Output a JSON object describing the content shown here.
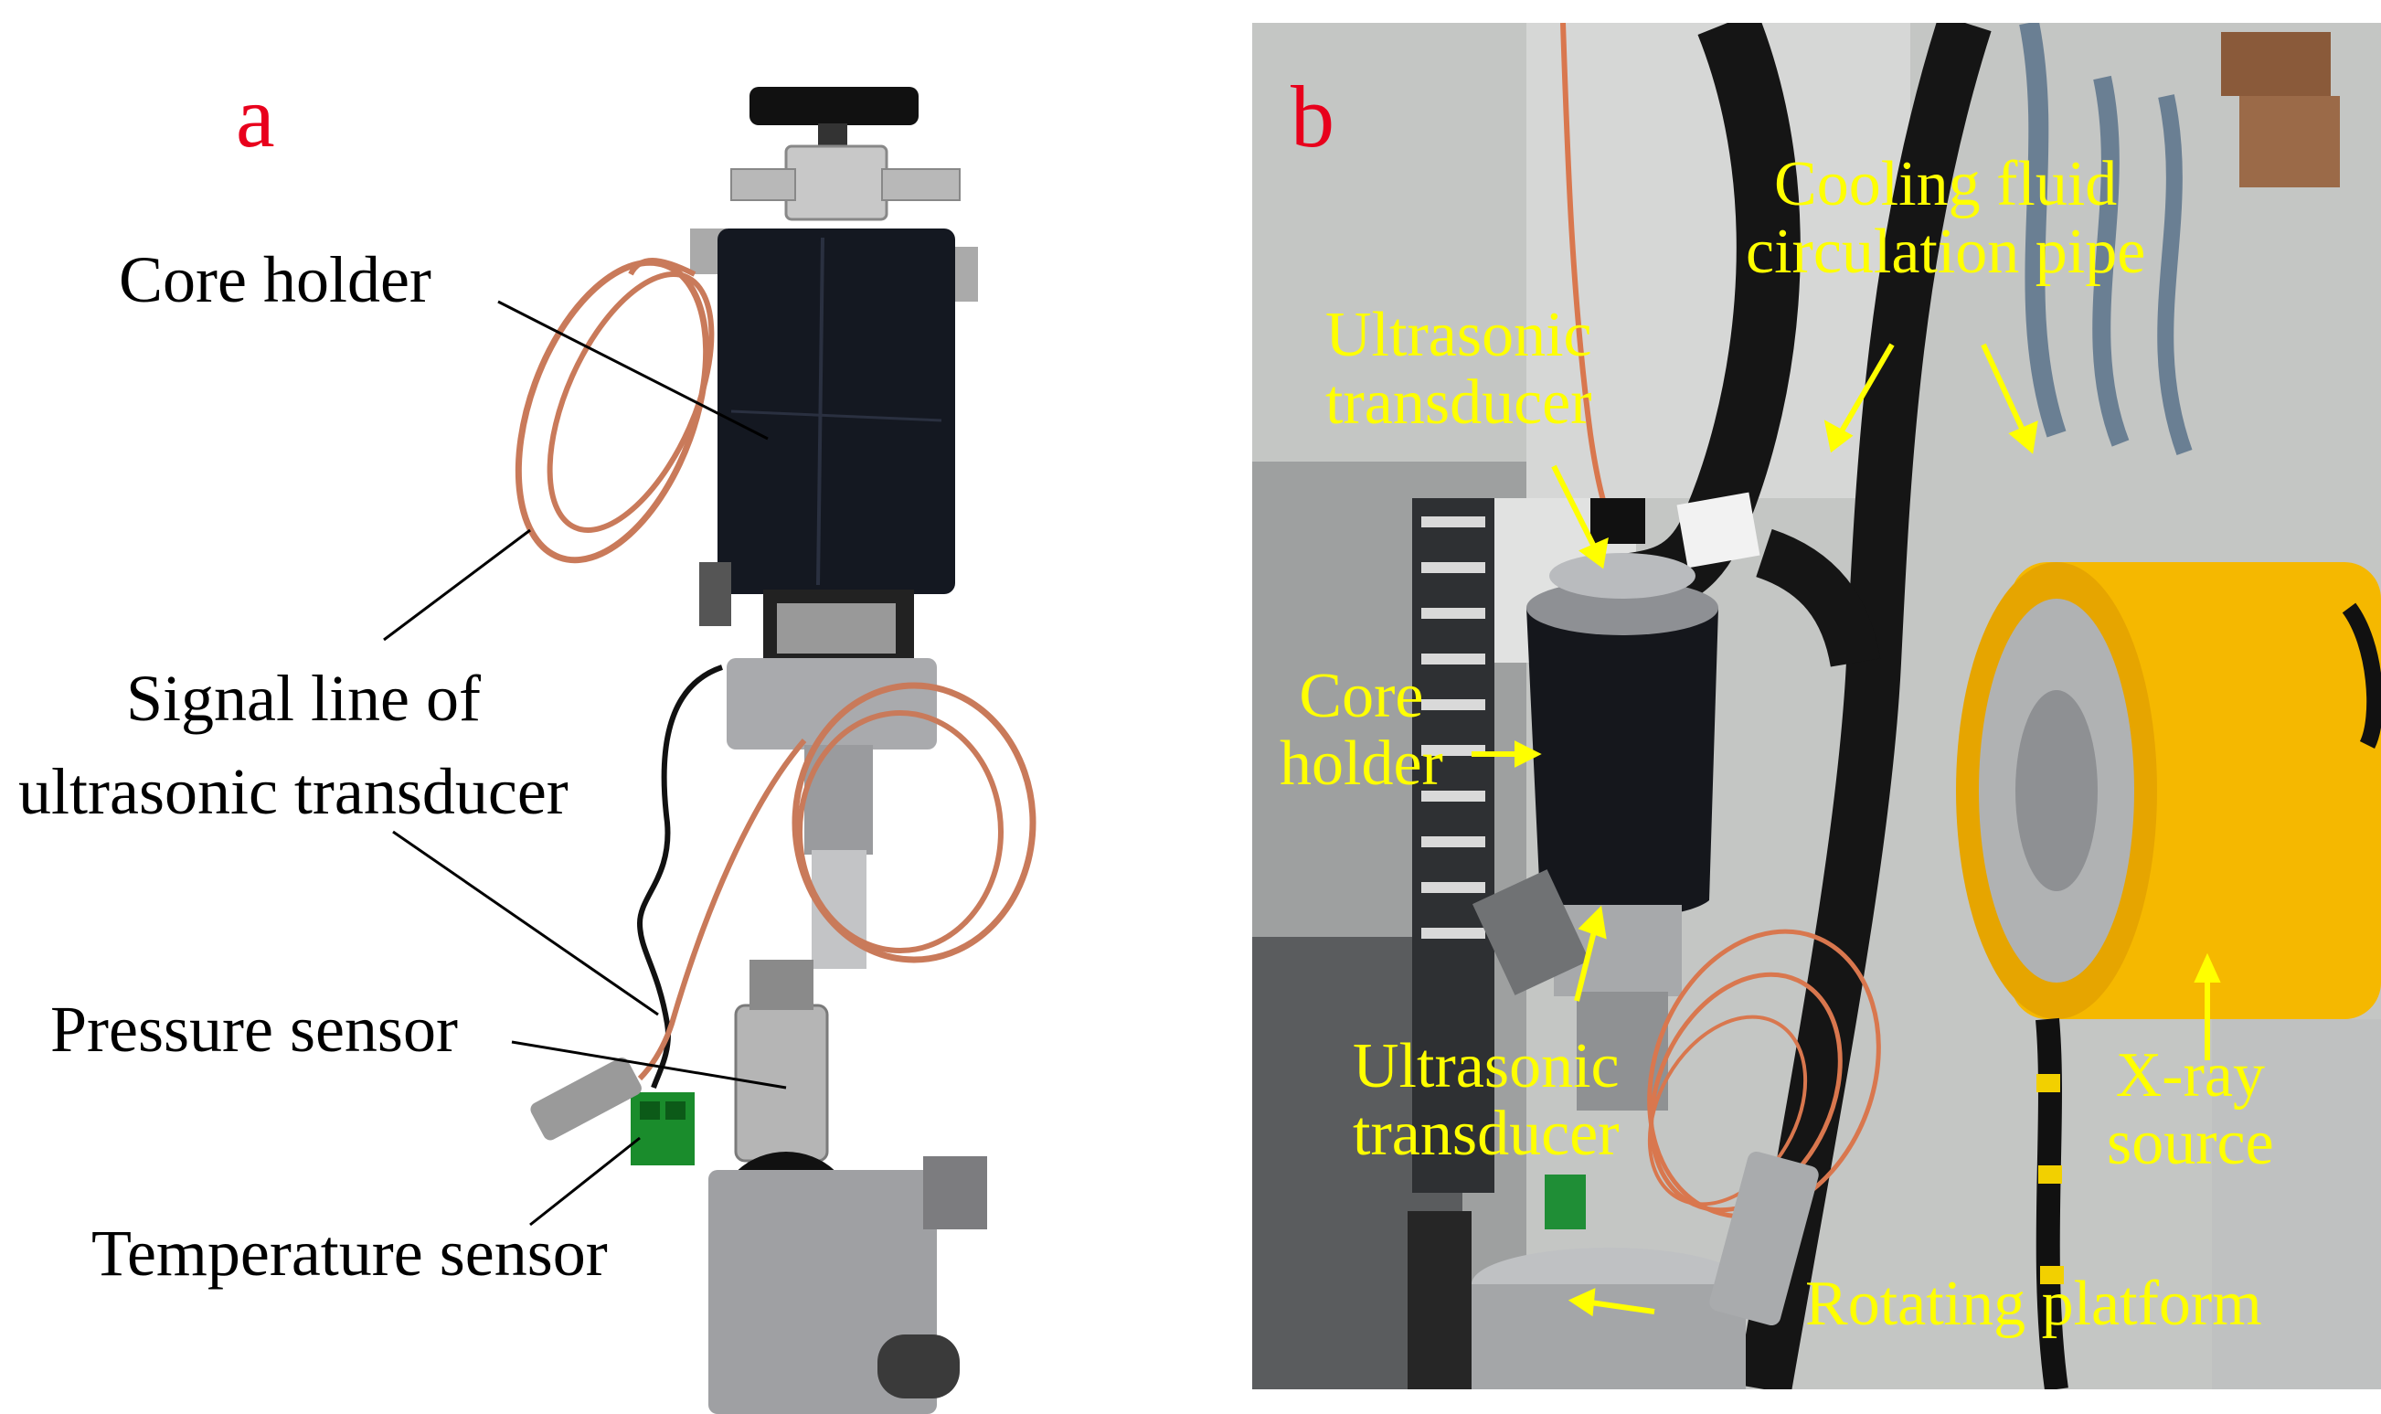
{
  "panel_a": {
    "letter": "a",
    "labels": {
      "core_holder": "Core holder",
      "signal_line_1": "Signal line of",
      "signal_line_2": "ultrasonic transducer",
      "pressure_sensor": "Pressure sensor",
      "temperature_sensor": "Temperature sensor"
    }
  },
  "panel_b": {
    "letter": "b",
    "labels": {
      "cooling_1": "Cooling fluid",
      "cooling_2": "circulation pipe",
      "ultrasonic_top_1": "Ultrasonic",
      "ultrasonic_top_2": "transducer",
      "core_1": "Core",
      "core_2": "holder",
      "ultrasonic_bottom_1": "Ultrasonic",
      "ultrasonic_bottom_2": "transducer",
      "xray_1": "X-ray",
      "xray_2": "source",
      "rotating_platform": "Rotating platform"
    }
  },
  "colors": {
    "panel_letter": "#e8001c",
    "label_a": "#000000",
    "label_b": "#ffff00",
    "leader_a": "#000000",
    "arrow_b": "#ffff00"
  }
}
